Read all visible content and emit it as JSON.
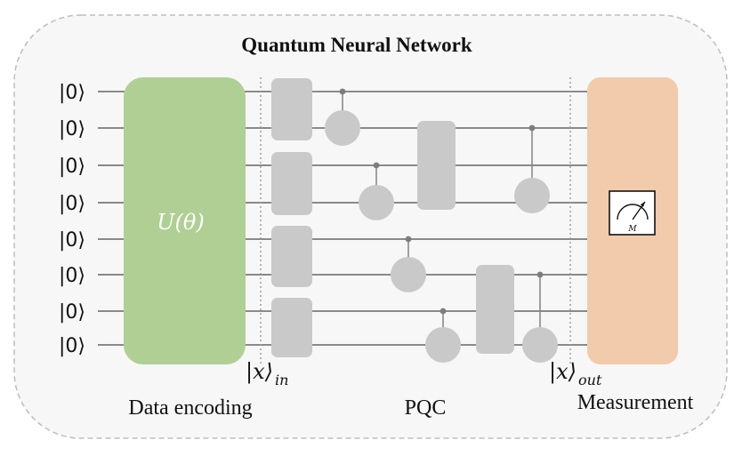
{
  "diagram": {
    "title": "Quantum Neural Network",
    "qubit_label": "|0⟩",
    "qubit_count": 8,
    "blocks": {
      "encoding": {
        "gate_label": "U(θ)",
        "caption": "Data encoding",
        "color": "#b0cf94",
        "text_color": "#ffffff"
      },
      "pqc": {
        "caption": "PQC",
        "gate_color": "#c9c9c9"
      },
      "measurement": {
        "caption": "Measurement",
        "color": "#f1cbac",
        "meter_label": "M"
      }
    },
    "state_labels": {
      "in": {
        "ket": "|x⟩",
        "sub": "in"
      },
      "out": {
        "ket": "|x⟩",
        "sub": "out"
      }
    },
    "colors": {
      "panel_fill": "#f7f7f7",
      "panel_border": "#bdbdbd",
      "wire": "#8a8a8a"
    }
  }
}
